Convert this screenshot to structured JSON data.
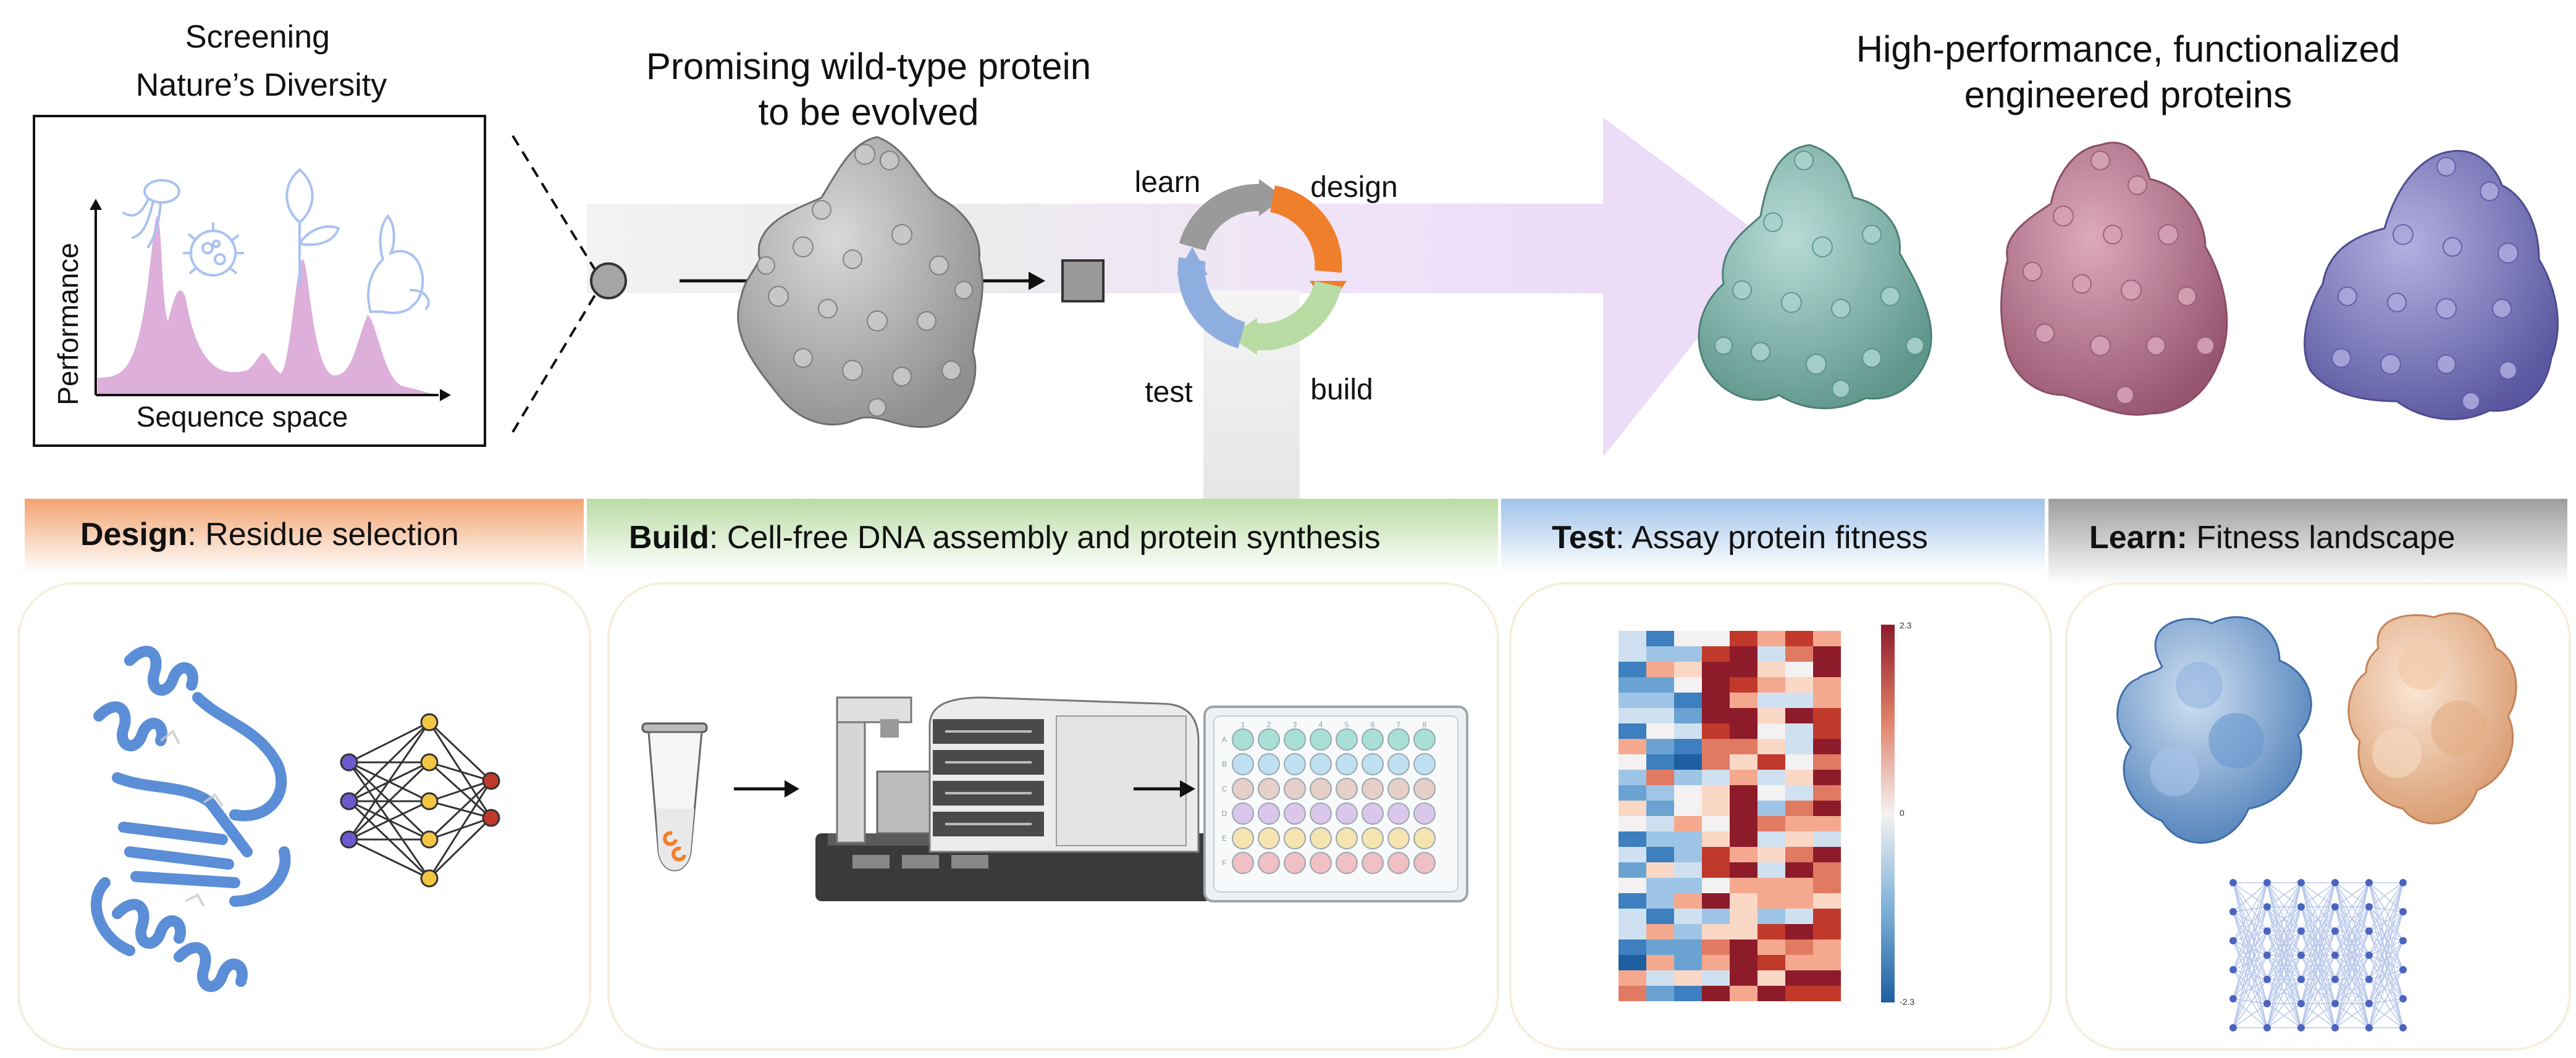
{
  "top": {
    "screening_title_line1": "Screening",
    "screening_title_line2": "Nature’s Diversity",
    "y_axis_label": "Performance",
    "x_axis_label": "Sequence space",
    "wildtype_title_line1": "Promising wild-type protein",
    "wildtype_title_line2": "to be evolved",
    "engineered_title_line1": "High-performance, functionalized",
    "engineered_title_line2": "engineered proteins",
    "cycle": {
      "learn": "learn",
      "design": "design",
      "build": "build",
      "test": "test"
    }
  },
  "stages": [
    {
      "bold": "Design",
      "rest": ": Residue selection",
      "color": "#f2a36f"
    },
    {
      "bold": "Build",
      "rest": ": Cell-free DNA assembly and protein synthesis",
      "color": "#b9dca4"
    },
    {
      "bold": "Test",
      "rest": ": Assay protein fitness",
      "color": "#9fc3ea"
    },
    {
      "bold": "Learn:",
      "rest": " Fitness landscape",
      "color": "#9e9e9e"
    }
  ],
  "heatmap": {
    "colorbar_max": "2.3",
    "colorbar_mid": "0",
    "colorbar_min": "-2.3"
  },
  "plate": {
    "rows": [
      "A",
      "B",
      "C",
      "D",
      "E",
      "F"
    ],
    "cols": [
      "1",
      "2",
      "3",
      "4",
      "5",
      "6",
      "7",
      "8"
    ]
  },
  "colors": {
    "wildtype": "#a8a8a8",
    "teal": "#7fb6ad",
    "pink": "#b77893",
    "violet": "#7b78bb",
    "arrow": "#efe3f8",
    "design": "#f07f2c",
    "build": "#b9dca4",
    "test": "#8faee0",
    "learn": "#9a9a9a"
  }
}
